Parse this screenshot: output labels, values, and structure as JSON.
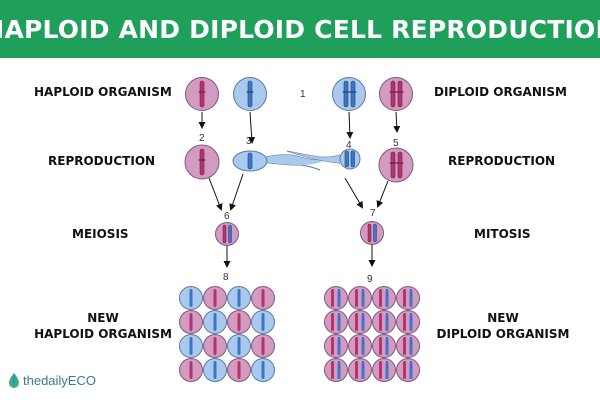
{
  "title": "HAPLOID AND DIPLOID CELL REPRODUCTION",
  "labels": {
    "haploid_organism": "HAPLOID ORGANISM",
    "diploid_organism": "DIPLOID ORGANISM",
    "reproduction_left": "REPRODUCTION",
    "reproduction_right": "REPRODUCTION",
    "meiosis": "MEIOSIS",
    "mitosis": "MITOSIS",
    "new_haploid_line1": "NEW",
    "new_haploid_line2": "HAPLOID ORGANISM",
    "new_diploid_line1": "NEW",
    "new_diploid_line2": "DIPLOID ORGANISM"
  },
  "step_numbers": [
    "1",
    "2",
    "3",
    "4",
    "5",
    "6",
    "7",
    "8",
    "9"
  ],
  "logo_text": "thedailyECO",
  "colors": {
    "banner": "#1fa05a",
    "pink_cell": "#d49ac0",
    "blue_cell": "#a9c9ee",
    "magenta_chromosome": "#b1366f",
    "blue_chromosome": "#3d76c4"
  }
}
